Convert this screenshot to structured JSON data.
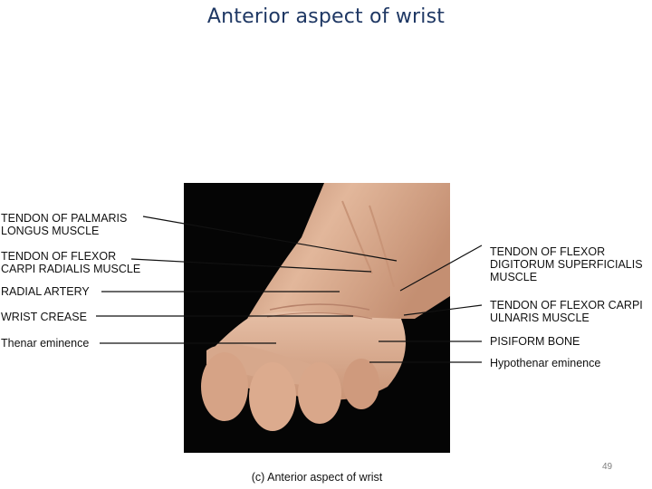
{
  "title": "Anterior aspect of wrist",
  "labels_left": {
    "palmaris": [
      "TENDON OF PALMARIS",
      "LONGUS MUSCLE"
    ],
    "fcr": [
      "TENDON OF FLEXOR",
      "CARPI RADIALIS MUSCLE"
    ],
    "radial_artery": "RADIAL ARTERY",
    "wrist_crease": "WRIST CREASE",
    "thenar": "Thenar eminence"
  },
  "labels_right": {
    "fds": [
      "TENDON OF FLEXOR",
      "DIGITORUM SUPERFICIALIS",
      "MUSCLE"
    ],
    "fcu": [
      "TENDON OF FLEXOR CARPI",
      "ULNARIS MUSCLE"
    ],
    "pisiform": "PISIFORM BONE",
    "hypothenar": "Hypothenar eminence"
  },
  "caption": "(c) Anterior aspect of wrist",
  "page_number": "49",
  "colors": {
    "title": "#1f3864",
    "photo_background": "#050505",
    "skin": "#d9a888"
  }
}
